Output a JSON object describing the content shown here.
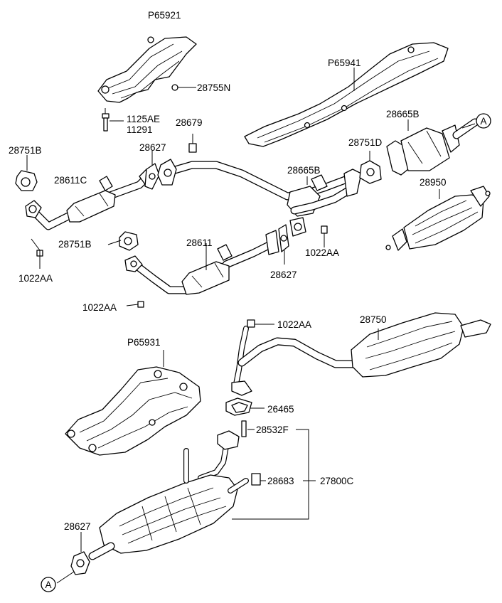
{
  "labels": {
    "p65921": "P65921",
    "n28755n": "28755N",
    "n1125ae": "1125AE",
    "n11291": "11291",
    "p65941": "P65941",
    "n28665b_top": "28665B",
    "n28679": "28679",
    "n28627_top": "28627",
    "n28751b_left": "28751B",
    "n28611c": "28611C",
    "n28751d": "28751D",
    "n28665b_mid": "28665B",
    "n28950": "28950",
    "n28751b_mid": "28751B",
    "n28611": "28611",
    "n1022aa_right": "1022AA",
    "n28627_mid": "28627",
    "n1022aa_left": "1022AA",
    "n1022aa_lower": "1022AA",
    "n1022aa_muffler": "1022AA",
    "n28750": "28750",
    "p65931": "P65931",
    "n26465": "26465",
    "n28532f": "28532F",
    "n27800c": "27800C",
    "n28683": "28683",
    "n28627_bottom": "28627"
  },
  "markers": {
    "a_top": "A",
    "a_bottom": "A"
  }
}
